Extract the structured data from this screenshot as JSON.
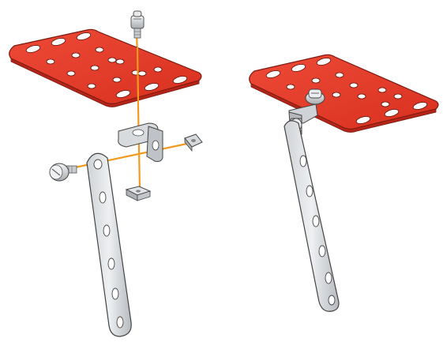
{
  "diagram": {
    "kind": "exploded assembly illustration",
    "colors": {
      "plate_red": "#e2392b",
      "plate_red_dark": "#b52418",
      "plate_edge": "#7a1a10",
      "metal_light": "#e4e6e8",
      "metal_mid": "#b9bdc2",
      "metal_dark": "#6c7075",
      "axis_orange": "#f29a1f",
      "outline": "#333333"
    },
    "views": [
      {
        "name": "exploded",
        "parts": [
          "screw-top",
          "flat-plate",
          "angle-bracket",
          "square-nut-right",
          "square-nut-bottom",
          "screw-left",
          "perforated-strip"
        ],
        "assembly_axes": [
          "vertical",
          "horizontal"
        ]
      },
      {
        "name": "assembled",
        "parts": [
          "flat-plate",
          "screw-top",
          "angle-bracket",
          "nut",
          "perforated-strip"
        ]
      }
    ]
  }
}
